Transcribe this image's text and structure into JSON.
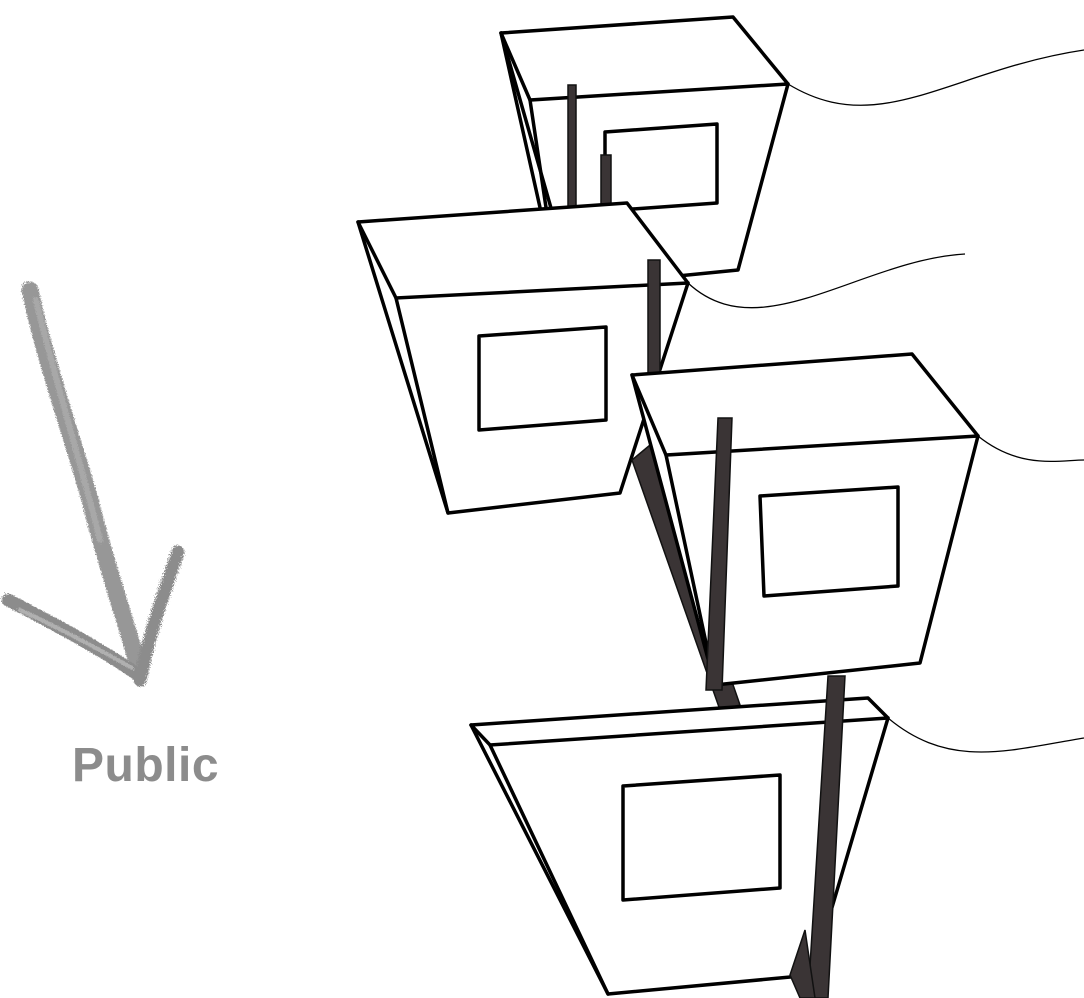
{
  "annotation": {
    "label": "Public",
    "text_color": "#8c8c8c"
  },
  "arrow": {
    "icon": "hand-drawn-arrow-down-right",
    "color": "#8c8c8c"
  },
  "modules": [
    "module-1",
    "module-2",
    "module-3",
    "module-4"
  ],
  "colors": {
    "outline": "#000000",
    "pole": "#3a3435",
    "background": "#ffffff"
  }
}
